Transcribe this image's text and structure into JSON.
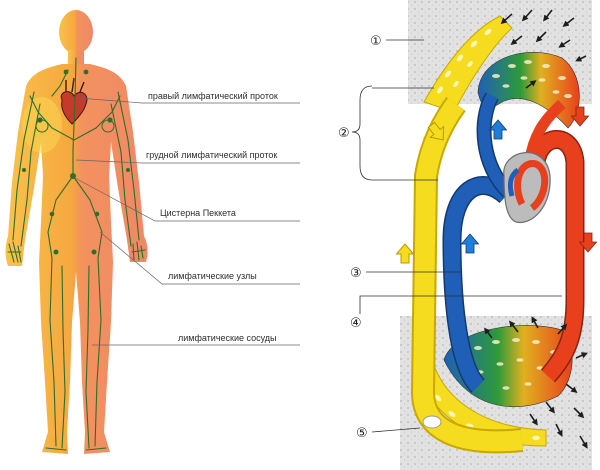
{
  "left_labels": [
    "правый лимфатический проток",
    "грудной лимфатический проток",
    "Цистерна Пеккета",
    "лимфатические узлы",
    "лимфатические сосуды"
  ],
  "callouts": [
    "①",
    "②",
    "③",
    "④",
    "⑤"
  ],
  "colors": {
    "body_left": "#f7b43c",
    "body_right": "#f08a64",
    "lymph_line": "#2f6e2c",
    "lymph_vessel": "#f5dc1e",
    "venous_blood": "#1f5fb8",
    "arterial_blood": "#e8401c",
    "capillary_mid": "#2e9a3a",
    "tissue": "#e2e2e2"
  }
}
